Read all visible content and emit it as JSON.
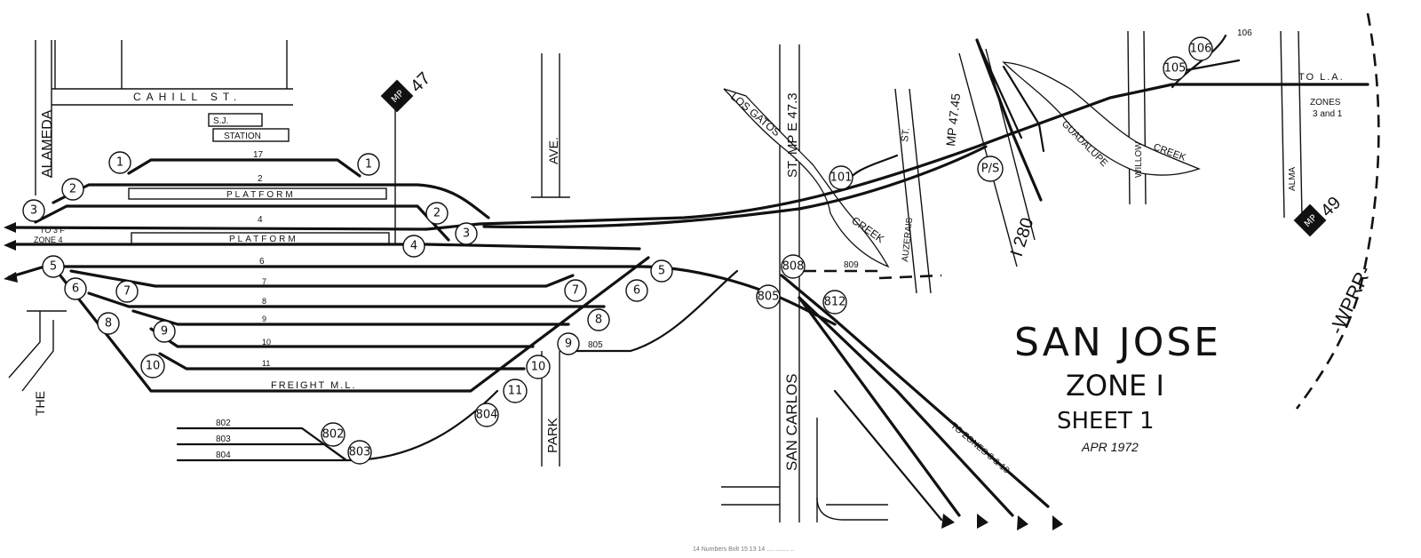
{
  "title": {
    "line1": "SAN JOSE",
    "line2": "ZONE I",
    "line3": "SHEET 1",
    "date": "APR 1972"
  },
  "streets": {
    "alameda": "ALAMEDA",
    "cahill": "CAHILL ST.",
    "ave": "AVE.",
    "park": "PARK",
    "san_carlos": "SAN CARLOS",
    "st_mp": "ST. MP E 47.3",
    "auzerais": "AUZERAIS",
    "st_short": "ST.",
    "mp4745": "MP 47.45",
    "i280": "I 280",
    "willow": "WILLOW",
    "alma": "ALMA",
    "the": "THE",
    "wprr": "-WPRR-"
  },
  "water": {
    "los_gatos": "LOS GATOS",
    "creek": "CREEK",
    "guadalupe": "GUADALUPE",
    "creek2": "CREEK"
  },
  "station": {
    "line1": "S.J.",
    "line2": "STATION",
    "platform_a": "PLATFORM",
    "platform_b": "PLATFORM"
  },
  "mileposts": {
    "mp47": "47",
    "mp49": "49",
    "mp_prefix": "MP"
  },
  "tracks": {
    "t17": "17",
    "t2": "2",
    "t4": "4",
    "t6": "6",
    "t7": "7",
    "t8": "8",
    "t9": "9",
    "t10": "10",
    "t11": "11",
    "freight": "FREIGHT M.L.",
    "to3f_a": "TO 3 F",
    "to3f_b": "ZONE 4",
    "to_la": "TO L.A.",
    "zones_a": "ZONES",
    "zones_b": "3 and 1",
    "to_zones": "TO ZONES 8 & 10",
    "s802": "802",
    "s803": "803",
    "s804": "804",
    "s805": "805",
    "s809": "809"
  },
  "switches": {
    "sw1a": "1",
    "sw1b": "1",
    "sw2a": "2",
    "sw2b": "2",
    "sw3a": "3",
    "sw3b": "3",
    "sw4": "4",
    "sw5a": "5",
    "sw5b": "5",
    "sw6a": "6",
    "sw6b": "6",
    "sw7a": "7",
    "sw7b": "7",
    "sw8a": "8",
    "sw8b": "8",
    "sw9a": "9",
    "sw9b": "9",
    "sw10a": "10",
    "sw10b": "10",
    "sw11": "11",
    "sw101": "101",
    "sw105": "105",
    "sw106": "106",
    "sw106b": "106",
    "swPS": "P/S",
    "sw802": "802",
    "sw803": "803",
    "sw804": "804",
    "sw805": "805",
    "sw808": "808",
    "sw812": "812"
  },
  "footer": {
    "scale": "14 Numbers Bolt 15   13 14   ....   ........   .."
  },
  "colors": {
    "ink": "#111111",
    "paper": "#ffffff"
  }
}
